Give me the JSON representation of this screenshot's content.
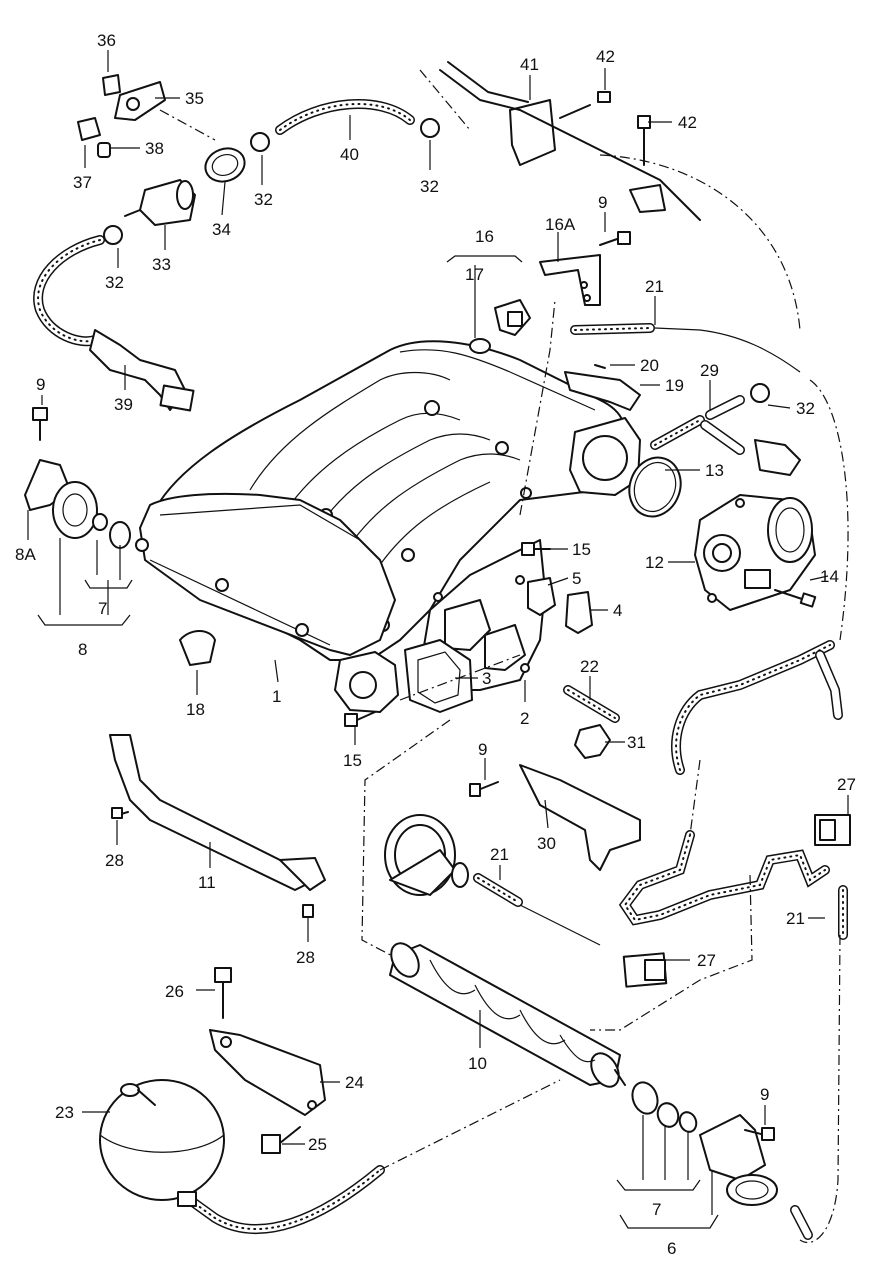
{
  "diagram": {
    "labels": {
      "p36": "36",
      "p35": "35",
      "p38": "38",
      "p37": "37",
      "p34": "34",
      "p32a": "32",
      "p40": "40",
      "p32b": "32",
      "p41": "41",
      "p42a": "42",
      "p42b": "42",
      "p33": "33",
      "p32c": "32",
      "p39": "39",
      "p16": "16",
      "p16A": "16A",
      "p9a": "9",
      "p17": "17",
      "p21a": "21",
      "p20": "20",
      "p19": "19",
      "p29": "29",
      "p32d": "32",
      "p9b": "9",
      "p8A": "8A",
      "p13": "13",
      "p12": "12",
      "p14": "14",
      "p15a": "15",
      "p5": "5",
      "p4": "4",
      "p7a": "7",
      "p8": "8",
      "p18": "18",
      "p1": "1",
      "p3": "3",
      "p22": "22",
      "p2": "2",
      "p15b": "15",
      "p31": "31",
      "p9c": "9",
      "p27a": "27",
      "p28a": "28",
      "p30": "30",
      "p11": "11",
      "p21b": "21",
      "p21c": "21",
      "p28b": "28",
      "p27b": "27",
      "p26": "26",
      "p24": "24",
      "p10": "10",
      "p23": "23",
      "p25": "25",
      "p9d": "9",
      "p7b": "7",
      "p6": "6"
    },
    "icons": {
      "manifold": "intake-manifold-icon",
      "throttle": "throttle-body-icon",
      "reservoir": "vacuum-reservoir-icon",
      "pipe": "resonator-pipe-icon"
    }
  }
}
